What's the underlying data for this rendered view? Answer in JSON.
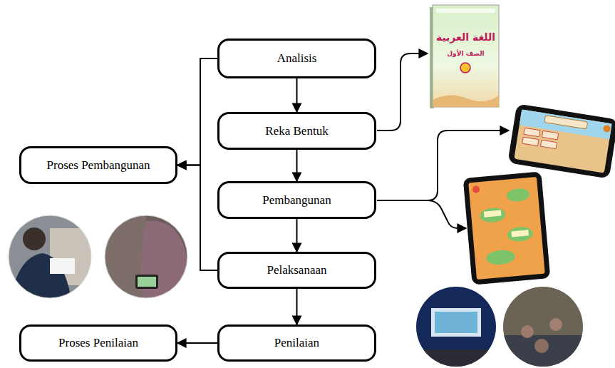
{
  "diagram": {
    "nodes": [
      {
        "text": [
          "Analisis"
        ]
      },
      {
        "text": [
          "Reka Bentuk"
        ]
      },
      {
        "text": [
          "Proses Pembangunan"
        ]
      },
      {
        "text": [
          "Pembangunan"
        ]
      },
      {
        "text": [
          "Pelaksanaan"
        ]
      },
      {
        "text": [
          "Proses Penilaian"
        ]
      },
      {
        "text": [
          "Penilaian"
        ]
      }
    ],
    "edges": [
      {
        "from": 0,
        "to": 1,
        "arrow": "to"
      },
      {
        "from": 1,
        "to": 3,
        "arrow": "to"
      },
      {
        "from": 3,
        "to": 4,
        "arrow": "to"
      },
      {
        "from": 4,
        "to": 6,
        "arrow": "to"
      },
      {
        "from": 0,
        "to": 2,
        "arrow": "to"
      },
      {
        "from": 4,
        "to": 2,
        "arrow": "to"
      },
      {
        "from": 6,
        "to": 5,
        "arrow": "to"
      }
    ],
    "labels": [
      "اللغة العربية",
      "الصف الأول"
    ]
  }
}
